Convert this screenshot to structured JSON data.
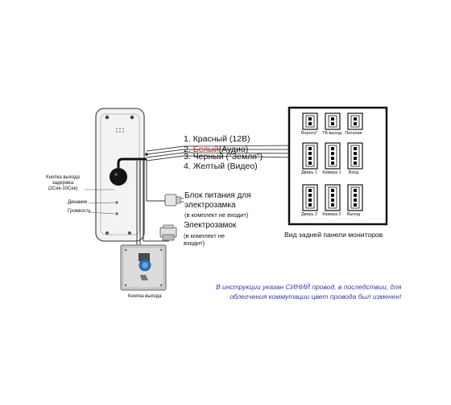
{
  "wires": [
    {
      "num": "1.",
      "text": "Красный (12В)"
    },
    {
      "num": "2.",
      "highlight": "Белый",
      "text": "(Аудио)"
    },
    {
      "num": "3.",
      "text": "Черный (\"Земля\")"
    },
    {
      "num": "4.",
      "text": "Желтый (Видео)"
    }
  ],
  "panel_side_labels": {
    "exit_button_delay": [
      "Кнопка выхода",
      "задержка",
      "(2Сек-10Сек)"
    ],
    "speaker": "Динамик",
    "volume": "Громкость"
  },
  "power_supply": {
    "title": [
      "Блок питания для",
      "электрозамка"
    ],
    "note": "(в комплект не входит)"
  },
  "lock": {
    "title": "Электрозамок",
    "note": [
      "(в комплект не",
      "входит)"
    ]
  },
  "exit_button_caption": "Кнопка выхода",
  "monitor_panel": {
    "caption": "Вид задней панели мониторов",
    "connectors": [
      "Ворота*",
      "TB-выход",
      "Питание",
      "Дверь 1",
      "Камера 1",
      "Вход",
      "Дверь 2",
      "Камера 2",
      "Выход"
    ]
  },
  "note": [
    "В инструкции указан СИНИЙ провод, в последствии, для",
    "облегчения коммутации цвет провода был изменен!"
  ],
  "colors": {
    "label_red": "#c0322b",
    "note_blue": "#3a3aa8"
  }
}
